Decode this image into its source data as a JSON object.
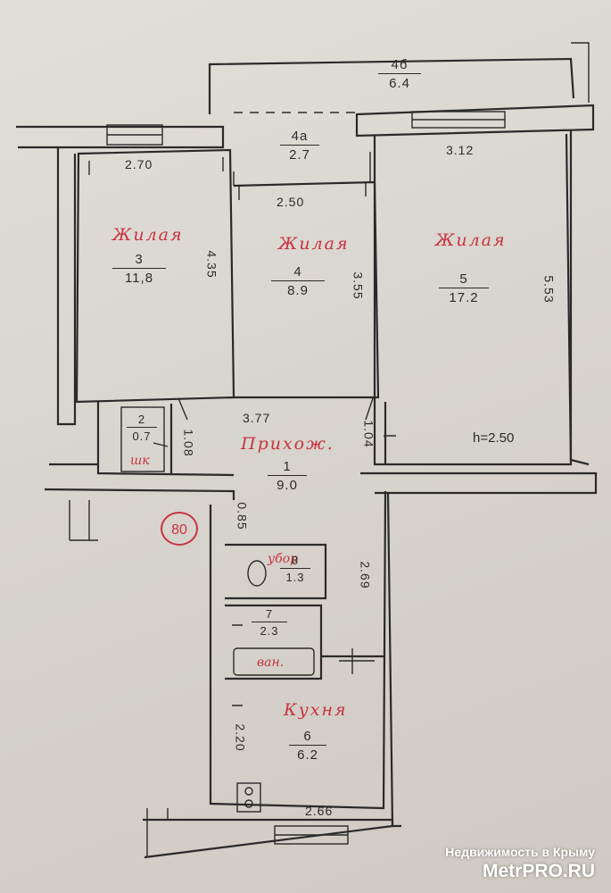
{
  "rooms": {
    "room3": {
      "type": "Жилая",
      "number": "3",
      "area": "11,8"
    },
    "room4": {
      "type": "Жилая",
      "number": "4",
      "area": "8.9"
    },
    "room5": {
      "type": "Жилая",
      "number": "5",
      "area": "17.2"
    },
    "hall": {
      "type": "Прихож.",
      "number": "1",
      "area": "9.0"
    },
    "room2": {
      "number": "2",
      "area": "0.7",
      "type": "шк"
    },
    "wc": {
      "type": "убор",
      "number": "8",
      "area": "1.3"
    },
    "bath": {
      "type": "ван.",
      "number": "7",
      "area": "2.3"
    },
    "kitchen": {
      "type": "Кухня",
      "number": "6",
      "area": "6.2"
    },
    "balcony": {
      "number": "4б",
      "area": "6.4"
    },
    "loggia": {
      "number": "4а",
      "area": "2.7"
    }
  },
  "dimensions": {
    "r3_width": "2.70",
    "r3_height": "4.35",
    "r4_width": "2.50",
    "r4_height": "3.55",
    "r5_width": "3.12",
    "r5_height": "5.53",
    "hall_width": "3.77",
    "hall_left": "1.08",
    "hall_right": "1.04",
    "corridor": "0.85",
    "kitchen_side": "2.69",
    "kitchen_left": "2.20",
    "kitchen_width": "2.66"
  },
  "ceiling": "h=2.50",
  "stamp": "80",
  "watermark": {
    "line1": "Недвижимость в Крыму",
    "line2": "MetrPRO.RU"
  }
}
